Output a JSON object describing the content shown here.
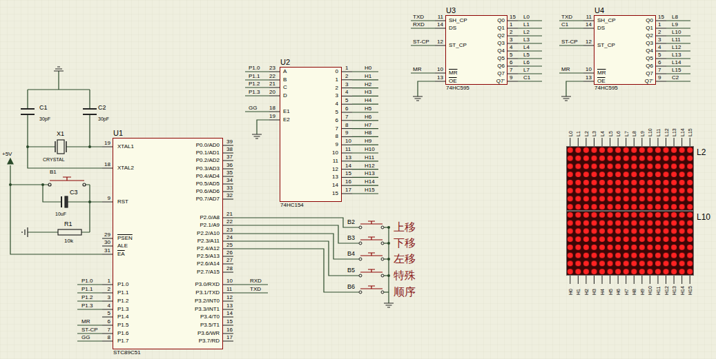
{
  "diagram": {
    "nodes": [
      {
        "text": [
          "U3",
          "74HC595"
        ]
      },
      {
        "text": [
          "U4",
          "74HC595"
        ]
      },
      {
        "text": [
          "U2",
          "74HC154"
        ]
      },
      {
        "text": [
          "U1",
          "STC89C51"
        ]
      },
      {
        "text": [
          "L2"
        ]
      },
      {
        "text": [
          "L10"
        ]
      }
    ],
    "labels": [
      "19",
      "18",
      "9",
      "29",
      "30",
      "31",
      "1",
      "2",
      "3",
      "4",
      "5",
      "6",
      "7",
      "8",
      "XTAL1",
      "XTAL2",
      "RST",
      "PSEN",
      "ALE",
      "EA",
      "P1.0",
      "P1.1",
      "P1.2",
      "P1.3",
      "P1.4",
      "P1.5",
      "P1.6",
      "P1.7",
      "39",
      "38",
      "37",
      "36",
      "35",
      "34",
      "33",
      "32",
      "21",
      "22",
      "23",
      "24",
      "25",
      "26",
      "27",
      "28",
      "10",
      "11",
      "12",
      "13",
      "14",
      "15",
      "16",
      "17",
      "P0.0/AD0",
      "P0.1/AD1",
      "P0.2/AD2",
      "P0.3/AD3",
      "P0.4/AD4",
      "P0.5/AD5",
      "P0.6/AD6",
      "P0.7/AD7",
      "P2.0/A8",
      "P2.1/A9",
      "P2.2/A10",
      "P2.3/A11",
      "P2.4/A12",
      "P2.5/A13",
      "P2.6/A14",
      "P2.7/A15",
      "P3.0/RXD",
      "P3.1/TXD",
      "P3.2/INT0",
      "P3.3/INT1",
      "P3.4/T0",
      "P3.5/T1",
      "P3.6/WR",
      "P3.7/RD",
      "P1.0",
      "P1.1",
      "P1.2",
      "P1.3",
      "MR",
      "ST-CP",
      "GG",
      "RXD",
      "TXD",
      "23",
      "22",
      "21",
      "20",
      "18",
      "19",
      "A",
      "B",
      "C",
      "D",
      "E1",
      "E2",
      "P1.0",
      "P1.1",
      "P1.2",
      "P1.3",
      "GG",
      "1",
      "2",
      "3",
      "4",
      "5",
      "6",
      "7",
      "8",
      "9",
      "10",
      "11",
      "13",
      "14",
      "15",
      "16",
      "17",
      "0",
      "1",
      "2",
      "3",
      "4",
      "5",
      "6",
      "7",
      "8",
      "9",
      "10",
      "11",
      "12",
      "13",
      "14",
      "15",
      "H0",
      "H1",
      "H2",
      "H3",
      "H4",
      "H5",
      "H6",
      "H7",
      "H8",
      "H9",
      "H10",
      "H11",
      "H12",
      "H13",
      "H14",
      "H15",
      "11",
      "14",
      "12",
      "10",
      "13",
      "SH_CP",
      "DS",
      "ST_CP",
      "MR",
      "OE",
      "TXD",
      "RXD",
      "ST-CP",
      "MR",
      "15",
      "1",
      "2",
      "3",
      "4",
      "5",
      "6",
      "7",
      "9",
      "Q0",
      "Q1",
      "Q2",
      "Q3",
      "Q4",
      "Q5",
      "Q6",
      "Q7",
      "Q7'",
      "L0",
      "L1",
      "L2",
      "L3",
      "L4",
      "L5",
      "L6",
      "L7",
      "C1",
      "11",
      "14",
      "12",
      "10",
      "13",
      "SH_CP",
      "DS",
      "ST_CP",
      "MR",
      "OE",
      "TXD",
      "C1",
      "ST-CP",
      "MR",
      "15",
      "1",
      "2",
      "3",
      "4",
      "5",
      "6",
      "7",
      "9",
      "Q0",
      "Q1",
      "Q2",
      "Q3",
      "Q4",
      "Q5",
      "Q6",
      "Q7",
      "Q7'",
      "L8",
      "L9",
      "L10",
      "L11",
      "L12",
      "L13",
      "L14",
      "L15",
      "C2",
      "+5V",
      "C1",
      "30pF",
      "C2",
      "30pF",
      "X1",
      "CRYSTAL",
      "B1",
      "C3",
      "10uF",
      "R1",
      "10k",
      "B2",
      "B3",
      "B4",
      "B5",
      "B6",
      "上移",
      "下移",
      "左移",
      "特殊",
      "顺序",
      "L0",
      "L1",
      "L2",
      "L3",
      "L4",
      "L5",
      "L6",
      "L7",
      "L8",
      "L9",
      "L10",
      "L11",
      "L12",
      "L13",
      "L14",
      "L15",
      "H0",
      "H1",
      "H2",
      "H3",
      "H4",
      "H5",
      "H6",
      "H7",
      "H8",
      "H9",
      "H10",
      "H11",
      "H12",
      "H13",
      "H14",
      "H15"
    ]
  }
}
